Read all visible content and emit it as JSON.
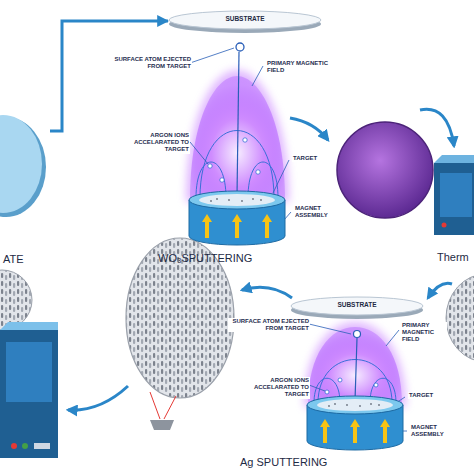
{
  "diagram": {
    "nodes": [
      {
        "text": [
          "SUBSTRATE"
        ]
      },
      {
        "text": [
          "ATE"
        ]
      },
      {
        "text": [
          "WO₃SPUTTERING"
        ]
      },
      {
        "text": [
          "Therm"
        ]
      },
      {
        "text": [
          "SUBSTRATE"
        ]
      },
      {
        "text": [
          "Ag SPUTTERING"
        ]
      }
    ],
    "edges": [
      {
        "from": 1,
        "to": 0,
        "arrow": "to"
      }
    ],
    "labels": [
      "SURFACE ATOM EJECTED FROM TARGET",
      "PRIMARY MAGNETIC FIELD",
      "ARGON IONS ACCELARATED TO TARGET",
      "TARGET",
      "MAGNET ASSEMBLY",
      "SURFACE ATOM EJECTED FROM TARGET",
      "PRIMARY MAGNETIC FIELD",
      "ARGON IONS ACCELARATED TO TARGET",
      "TARGET",
      "MAGNET ASSEMBLY"
    ]
  }
}
